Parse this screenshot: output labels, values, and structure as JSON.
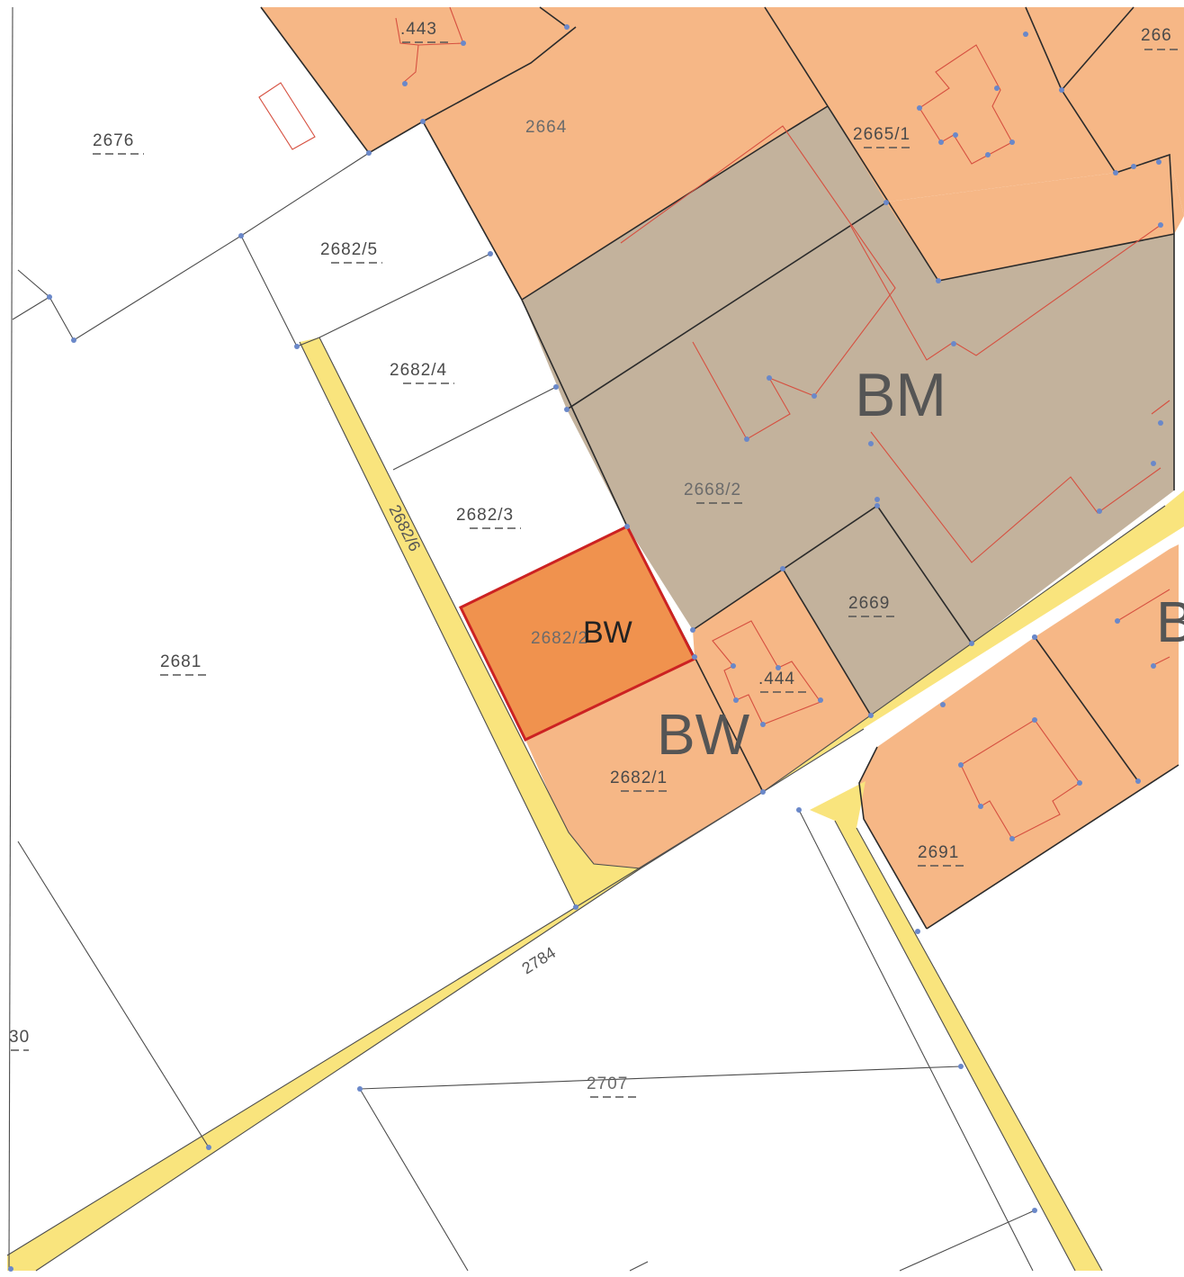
{
  "map": {
    "colors": {
      "residential_zone": "#f6b786",
      "mixed_zone": "#c3b29c",
      "highlight_parcel": "#f0924e",
      "highlight_border": "#cc2222",
      "road": "#f9e47d",
      "building_outline": "#d65040",
      "parcel_border": "#2b2b2b",
      "vertex": "#6a88c9"
    },
    "zones": {
      "bm": "BM",
      "bw_main": "BW",
      "bw_highlight": "BW",
      "bw_right_partial": "B"
    },
    "parcels": {
      "p2676": "2676",
      "p2682_5": "2682/5",
      "p2682_4": "2682/4",
      "p2682_3": "2682/3",
      "p2682_2": "2682/2",
      "p2682_1": "2682/1",
      "p2681": "2681",
      "p2664": "2664",
      "p2665_1": "2665/1",
      "p2666_partial": "266",
      "p2443_partial": ".443",
      "p2444_partial": ".444",
      "p2668_2": "2668/2",
      "p2669": "2669",
      "p2691": "2691",
      "p2707": "2707",
      "p2680_partial": "30"
    },
    "streets": {
      "s2682_6": "2682/6",
      "s2784": "2784"
    }
  }
}
